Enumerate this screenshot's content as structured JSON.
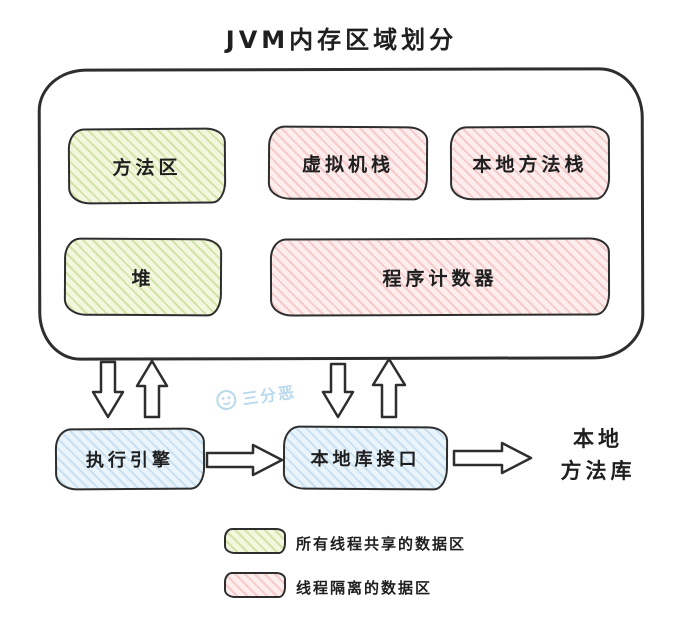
{
  "title": "JVM内存区域划分",
  "memory_areas": {
    "method_area": "方法区",
    "vm_stack": "虚拟机栈",
    "native_method_stack": "本地方法栈",
    "heap": "堆",
    "pc_register": "程序计数器"
  },
  "flow": {
    "execution_engine": "执行引擎",
    "native_interface": "本地库接口",
    "native_library_line1": "本地",
    "native_library_line2": "方法库"
  },
  "watermark": "三分恶",
  "legend": {
    "shared": "所有线程共享的数据区",
    "isolated": "线程隔离的数据区"
  },
  "colors": {
    "stroke": "#2e2e2e",
    "shared_bg": "#f2f8dd",
    "isolated_bg": "#fdeded",
    "engine_bg": "#eaf4fb",
    "watermark_blue": "#b9d9ec"
  }
}
